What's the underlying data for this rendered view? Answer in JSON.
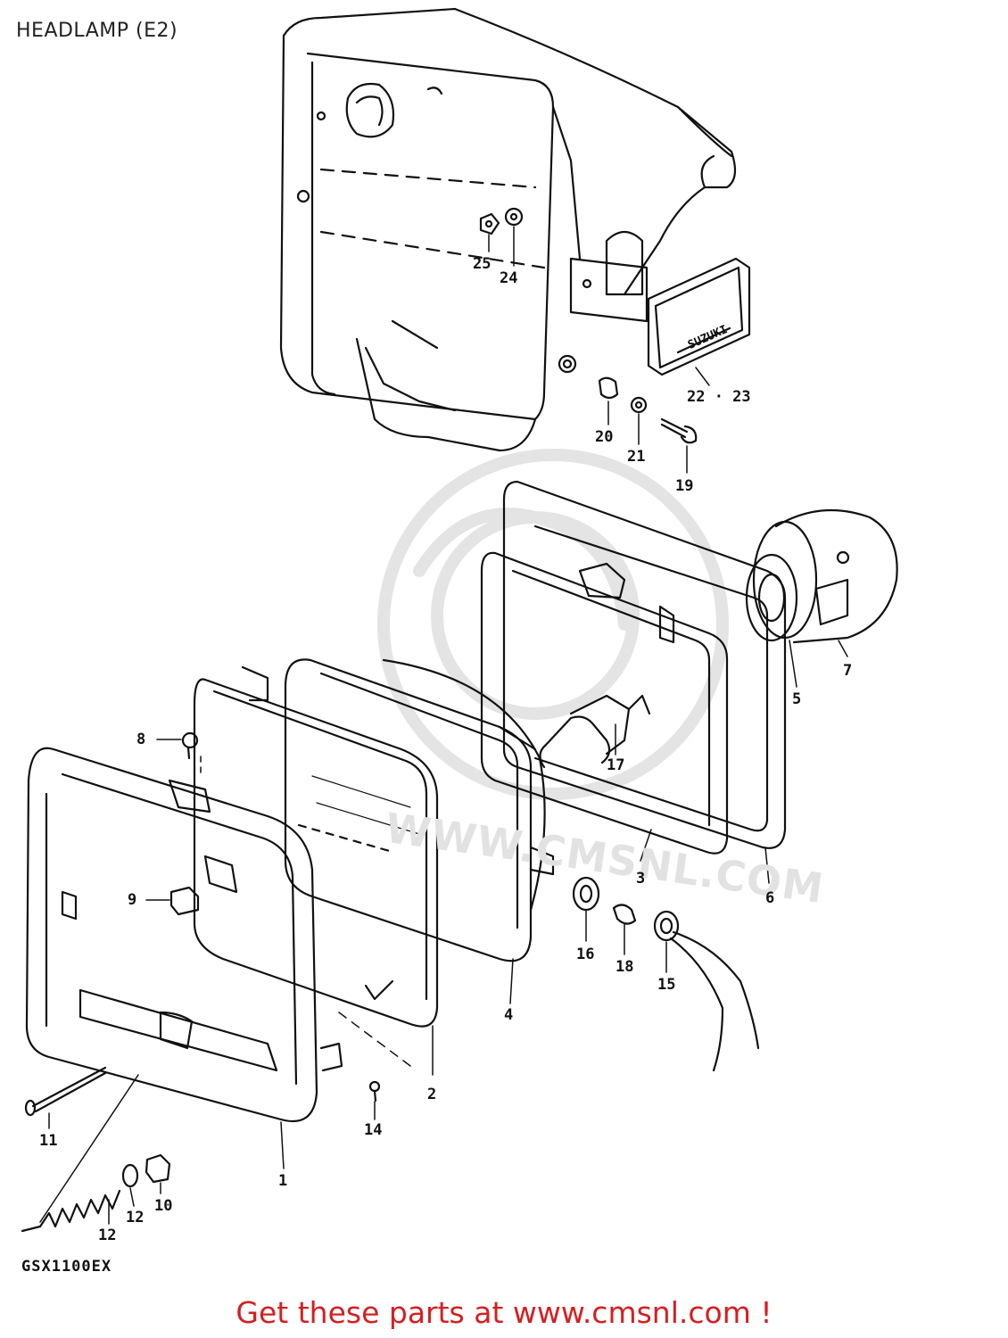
{
  "title": "HEADLAMP (E2)",
  "model_code": "GSX1100EX",
  "footer": "Get these parts at www.cmsnl.com !",
  "watermark": "WWW.CMSNL.COM",
  "emblem_text": "SUZUKI",
  "colors": {
    "footer": "#d42020",
    "line": "#111111",
    "watermark": "#e2e2e2"
  },
  "part_labels": [
    {
      "id": "25",
      "text": "25"
    },
    {
      "id": "24",
      "text": "24"
    },
    {
      "id": "22-23",
      "text": "22 · 23"
    },
    {
      "id": "20",
      "text": "20"
    },
    {
      "id": "21",
      "text": "21"
    },
    {
      "id": "19",
      "text": "19"
    },
    {
      "id": "7",
      "text": "7"
    },
    {
      "id": "5",
      "text": "5"
    },
    {
      "id": "8",
      "text": "8"
    },
    {
      "id": "17",
      "text": "17"
    },
    {
      "id": "9",
      "text": "9"
    },
    {
      "id": "3",
      "text": "3"
    },
    {
      "id": "6",
      "text": "6"
    },
    {
      "id": "16",
      "text": "16"
    },
    {
      "id": "18",
      "text": "18"
    },
    {
      "id": "15",
      "text": "15"
    },
    {
      "id": "4",
      "text": "4"
    },
    {
      "id": "2",
      "text": "2"
    },
    {
      "id": "14",
      "text": "14"
    },
    {
      "id": "11",
      "text": "11"
    },
    {
      "id": "1",
      "text": "1"
    },
    {
      "id": "10",
      "text": "10"
    },
    {
      "id": "12a",
      "text": "12"
    },
    {
      "id": "12b",
      "text": "12"
    }
  ]
}
